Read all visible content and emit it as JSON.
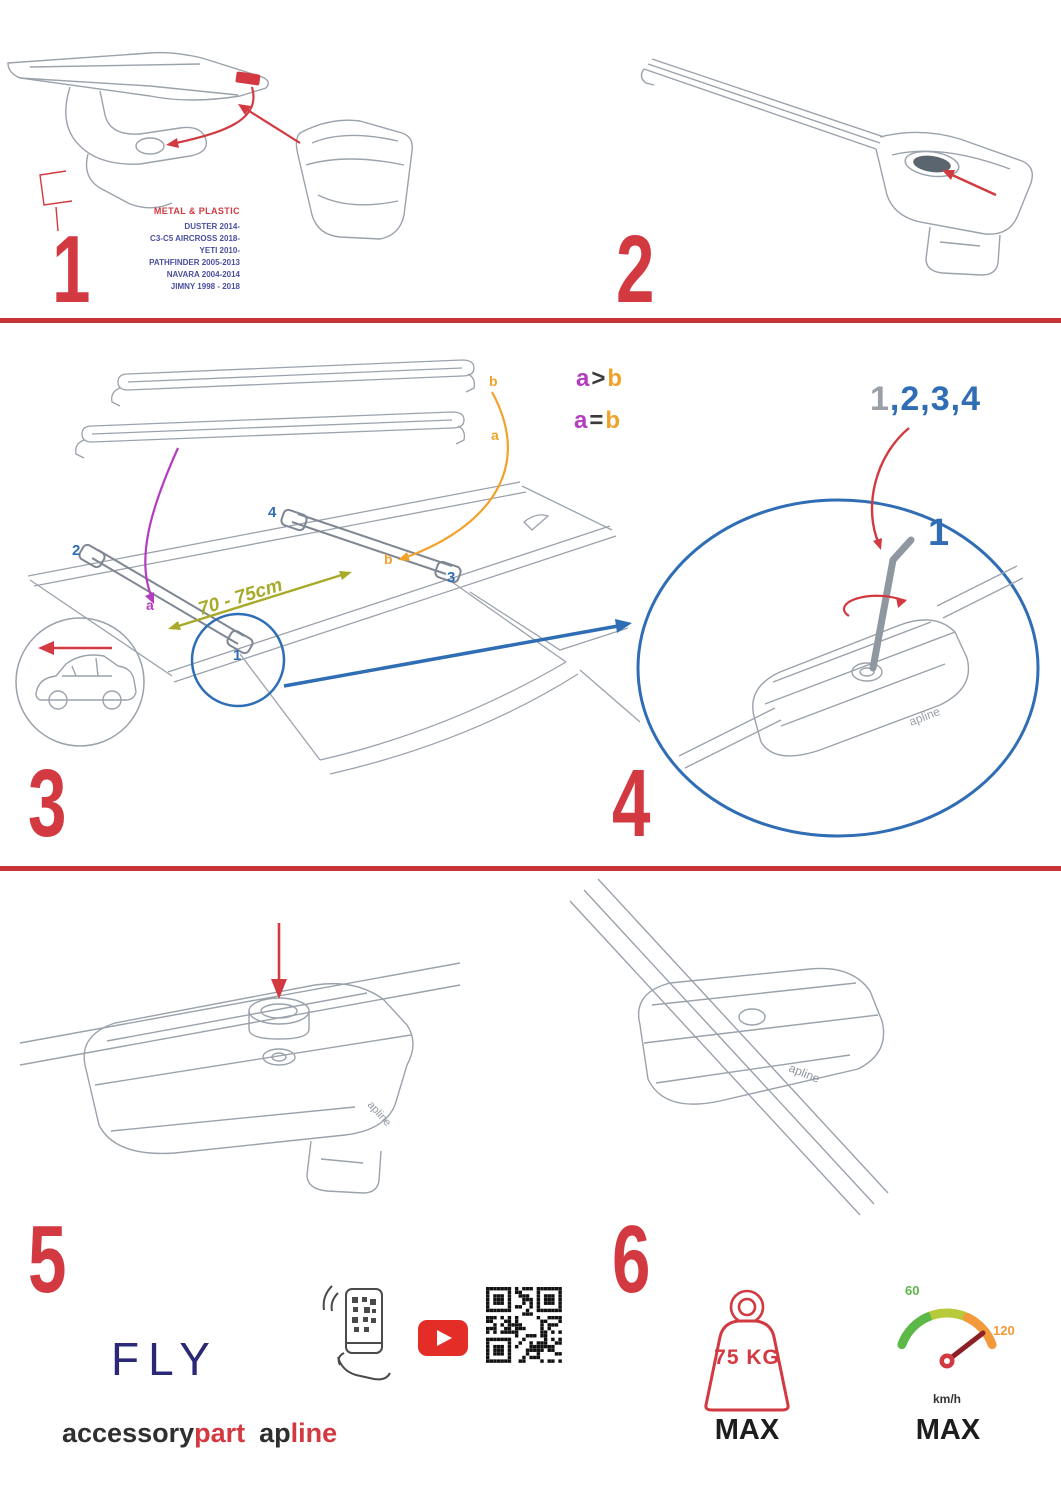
{
  "colors": {
    "accent_red": "#d23940",
    "accent_blue": "#2f6db5",
    "accent_purple": "#b43cc0",
    "accent_orange": "#f0a22a",
    "accent_olive": "#a8aa2a",
    "brand_navy": "#2b2878",
    "speed_green": "#5cb847",
    "speed_orange": "#f2993a",
    "line_art_gray": "#9aa2ac"
  },
  "step1": {
    "num": "1",
    "material": "METAL & PLASTIC",
    "models": [
      "DUSTER 2014-",
      "C3-C5 AIRCROSS 2018-",
      "YETI 2010-",
      "PATHFINDER 2005-2013",
      "NAVARA 2004-2014",
      "JIMNY 1998 - 2018"
    ]
  },
  "step2": {
    "num": "2"
  },
  "step3": {
    "num": "3",
    "distance": "70 - 75cm",
    "bar_label_b": "b",
    "bar_label_a": "a",
    "legend": [
      {
        "a": "a",
        "op": ">",
        "b": "b"
      },
      {
        "a": "a",
        "op": "=",
        "b": "b"
      }
    ],
    "roof_labels": {
      "pos1": "1",
      "pos2": "2",
      "pos3": "3",
      "pos4": "4",
      "a": "a",
      "b": "b"
    }
  },
  "step4": {
    "num": "4",
    "seq_first": "1",
    "seq_rest": ",2,3,4",
    "callout": "1"
  },
  "step5": {
    "num": "5"
  },
  "step6": {
    "num": "6",
    "weight": "75 KG",
    "weight_max": "MAX",
    "speed_low": "60",
    "speed_high": "120",
    "speed_unit": "km/h",
    "speed_max": "MAX"
  },
  "branding": {
    "fly": "FLY",
    "accessory": "accessory",
    "part": "part",
    "ap": "ap",
    "line": "line",
    "logo": "apline"
  }
}
